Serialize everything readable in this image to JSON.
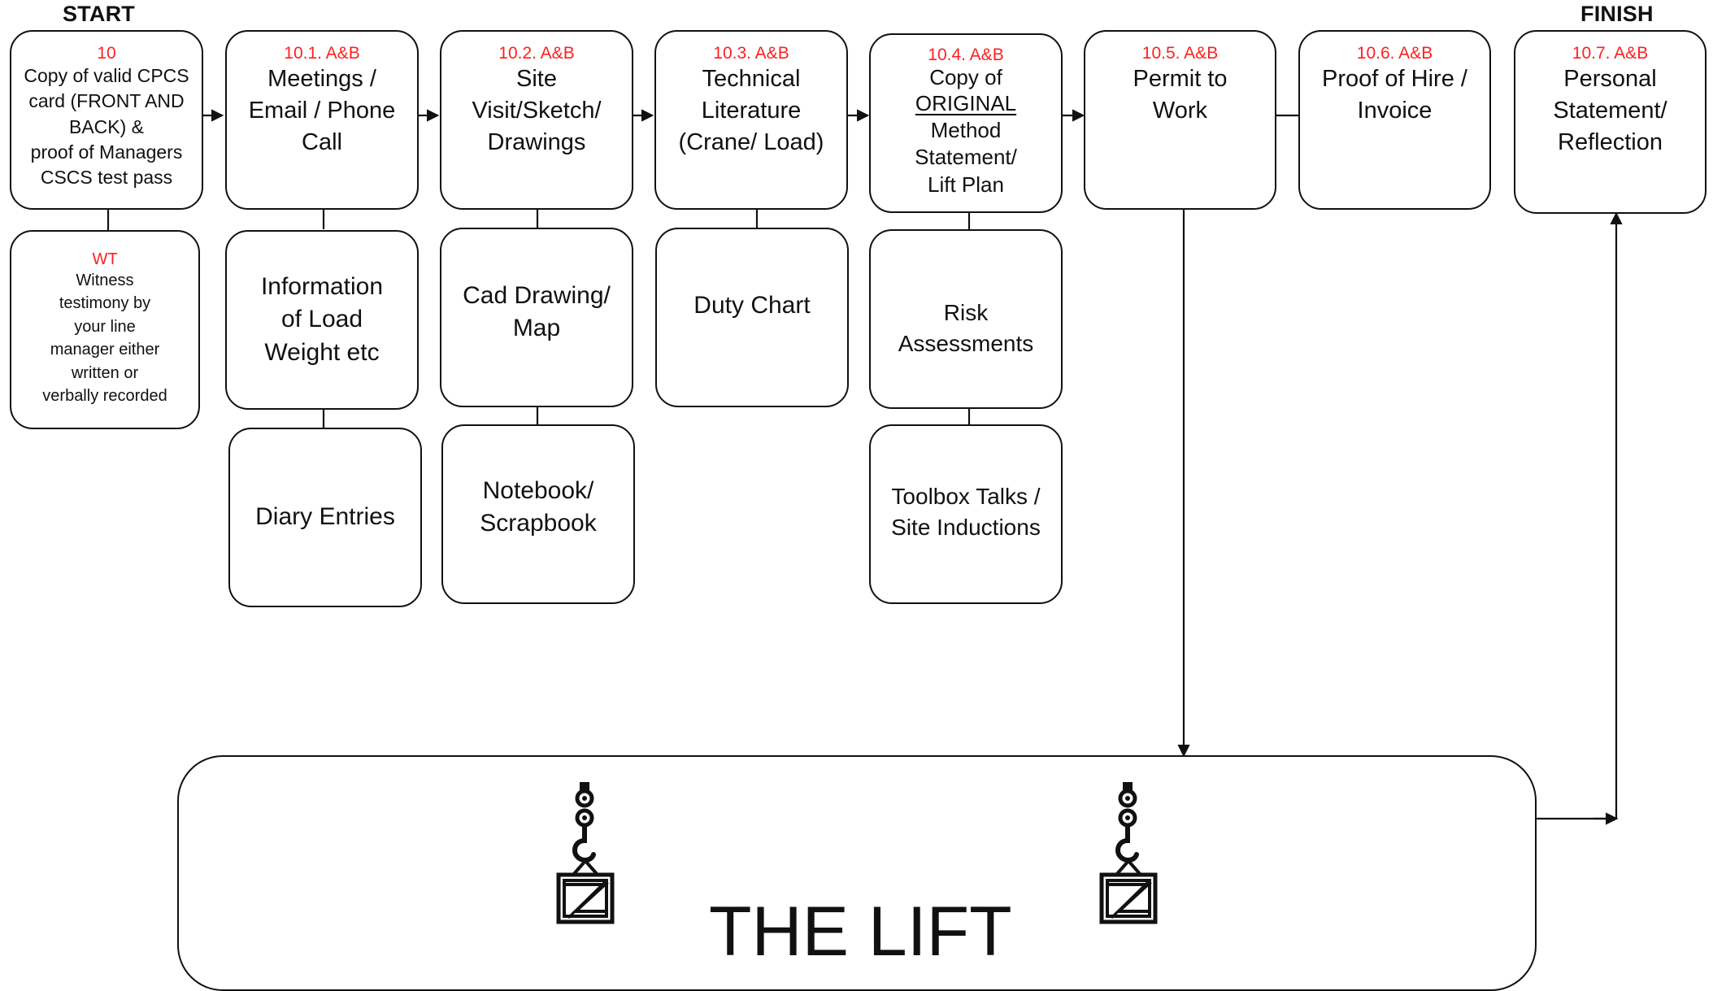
{
  "labels": {
    "start": "START",
    "finish": "FINISH"
  },
  "top_steps": [
    {
      "code": "10",
      "lines": "Copy of valid CPCS\ncard  (FRONT AND\nBACK) &\nproof of Managers\nCSCS test pass"
    },
    {
      "code": "10.1. A&B",
      "lines": "Meetings /\nEmail / Phone\nCall"
    },
    {
      "code": "10.2. A&B",
      "lines": "Site\nVisit/Sketch/\nDrawings"
    },
    {
      "code": "10.3. A&B",
      "lines": "Technical\nLiterature\n(Crane/ Load)"
    },
    {
      "code": "10.4. A&B",
      "line1": "Copy of",
      "line2": "ORIGINAL",
      "line3": "Method\nStatement/\nLift Plan"
    },
    {
      "code": "10.5. A&B",
      "lines": "Permit to\nWork"
    },
    {
      "code": "10.6. A&B",
      "lines": "Proof of Hire /\nInvoice"
    },
    {
      "code": "10.7. A&B",
      "lines": "Personal\nStatement/\nReflection"
    }
  ],
  "supporting_boxes": {
    "wt": {
      "code": "WT",
      "lines": "Witness\ntestimony by\nyour line\nmanager either\nwritten or\nverbally recorded"
    },
    "information_load": "Information\nof Load\nWeight etc",
    "diary_entries": "Diary Entries",
    "cad_drawing": "Cad Drawing/\nMap",
    "notebook": "Notebook/\nScrapbook",
    "duty_chart": "Duty Chart",
    "risk_assessments": "Risk Assessments",
    "toolbox_talks": "Toolbox Talks /\nSite Inductions"
  },
  "lift": {
    "title": "THE LIFT"
  },
  "colors": {
    "line": "#111111",
    "code": "#ff1f1f"
  },
  "icons": {
    "crane_hook_left": "crane-hook-icon",
    "crane_hook_right": "crane-hook-icon"
  }
}
